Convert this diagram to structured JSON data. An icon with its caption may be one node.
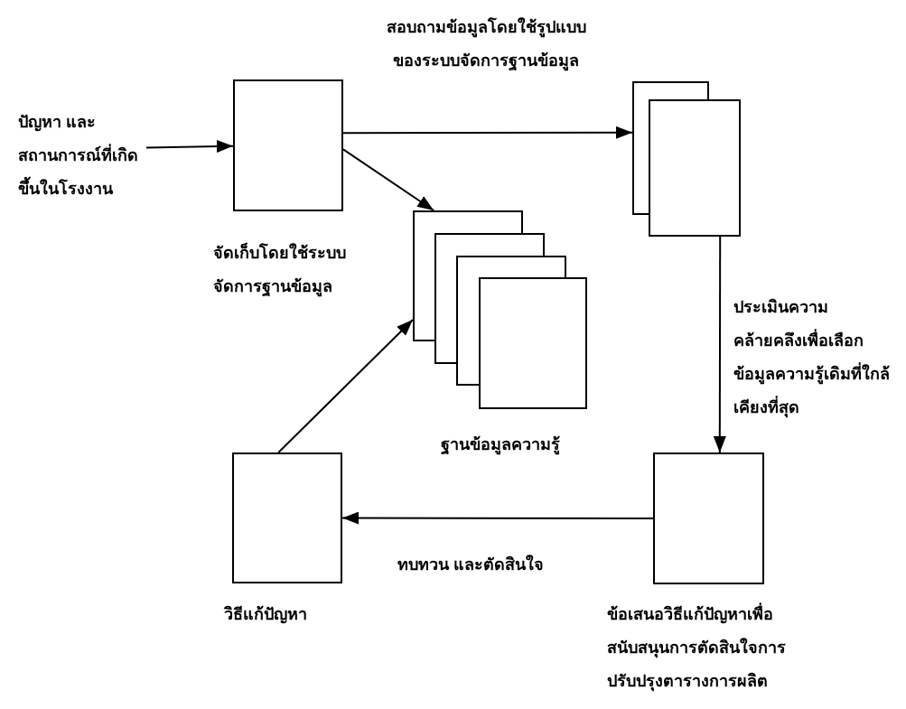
{
  "diagram": {
    "nodes": [
      {
        "text": [
          "ปัญหา และสถานการณ์ที่เกิดขึ้นในโรงงาน"
        ]
      },
      {
        "text": [],
        "shape": "box"
      },
      {
        "text": [],
        "shape": "box"
      },
      {
        "text": [],
        "shape": "box",
        "beside": [
          "ฐานข้อมูลความรู้"
        ]
      },
      {
        "text": [],
        "shape": "box",
        "beside": [
          "วิธีแก้ปัญหา"
        ]
      },
      {
        "text": [],
        "shape": "box",
        "beside": [
          "ข้อเสนอวิธีแก้ปัญหาเพื่อสนับสนุนการตัดสินใจการปรับปรุงตารางการผลิต"
        ]
      }
    ],
    "edges": [
      {
        "from": 0,
        "to": 1,
        "arrow": "to"
      },
      {
        "from": 1,
        "to": 2,
        "arrow": "to",
        "label": "สอบถามข้อมูลโดยใช้รูปแบบของระบบจัดการฐานข้อมูล"
      },
      {
        "from": 1,
        "to": 3,
        "arrow": "to",
        "label": "จัดเก็บโดยใช้ระบบจัดการฐานข้อมูล"
      },
      {
        "from": 2,
        "to": 5,
        "arrow": "to",
        "label": "ประเมินความคล้ายคลึงเพื่อเลือกข้อมูลความรู้เดิมที่ใกล้เคียงที่สุด"
      },
      {
        "from": 5,
        "to": 4,
        "arrow": "to",
        "label": "ทบทวน และตัดสินใจ"
      },
      {
        "from": 4,
        "to": 3,
        "arrow": "to"
      }
    ]
  }
}
